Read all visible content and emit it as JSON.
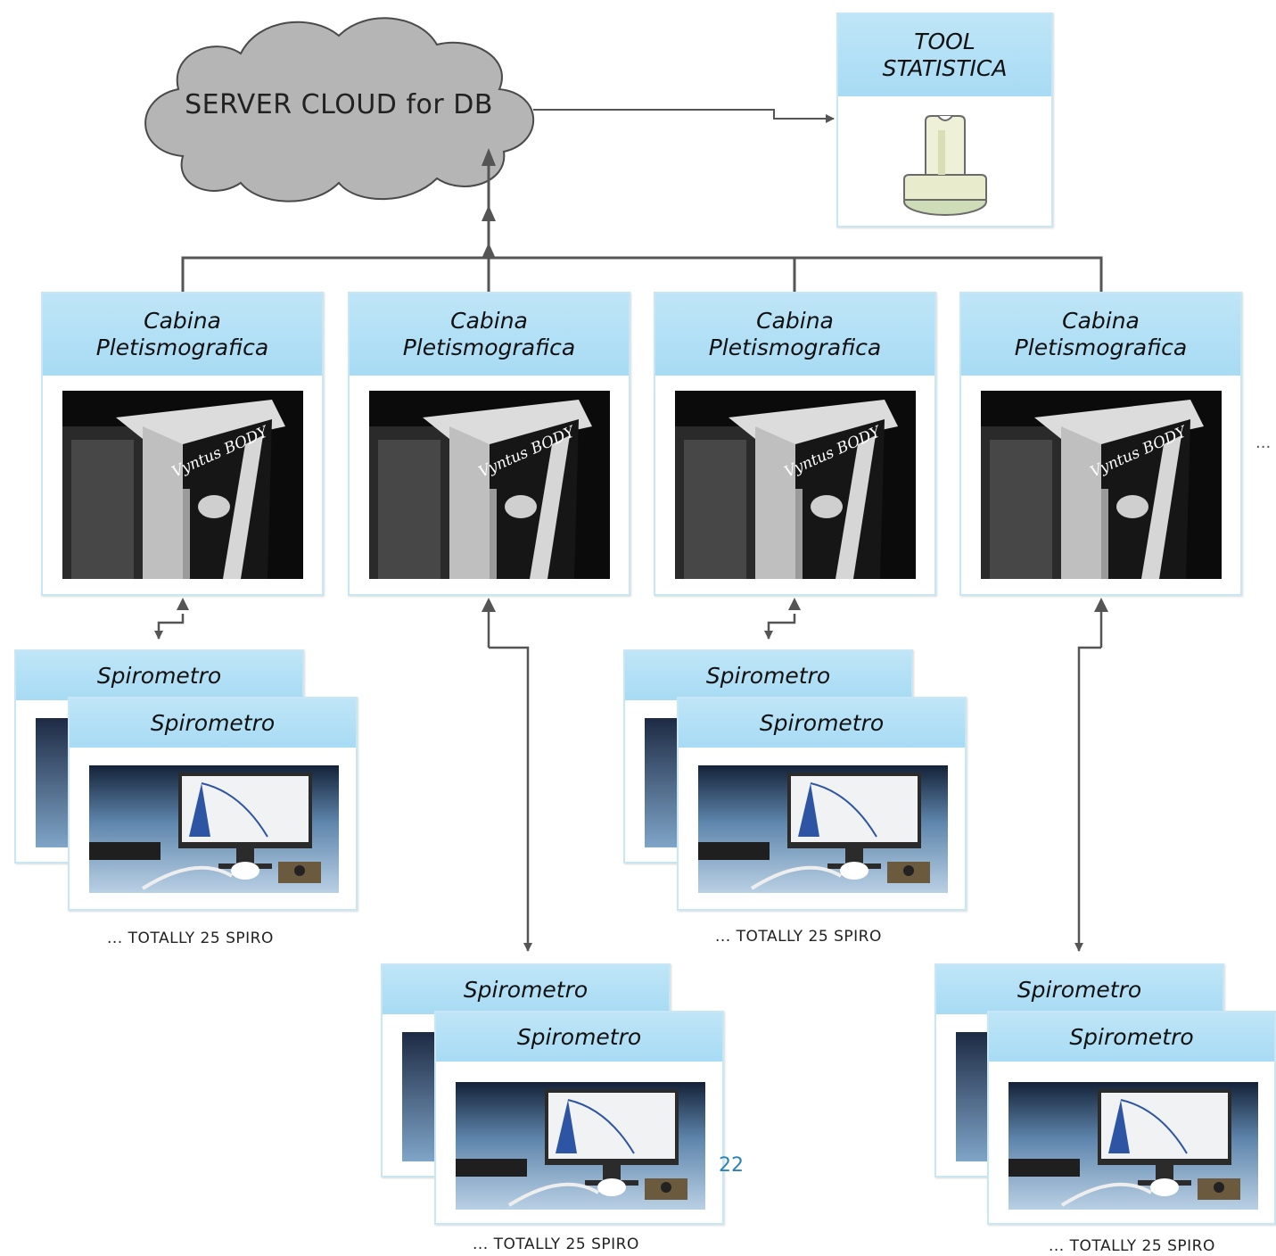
{
  "server": {
    "label": "SERVER CLOUD for DB"
  },
  "tool": {
    "title_line1": "TOOL",
    "title_line2": "STATISTICA"
  },
  "cabins": [
    {
      "line1": "Cabina",
      "line2": "Pletismografica",
      "brand": "Vyntus BODY"
    },
    {
      "line1": "Cabina",
      "line2": "Pletismografica",
      "brand": "Vyntus BODY"
    },
    {
      "line1": "Cabina",
      "line2": "Pletismografica",
      "brand": "Vyntus BODY"
    },
    {
      "line1": "Cabina",
      "line2": "Pletismografica",
      "brand": "Vyntus BODY"
    }
  ],
  "spiro_groups": [
    {
      "back_title": "Spirometro",
      "front_title": "Spirometro",
      "caption": "... TOTALLY 25 SPIRO"
    },
    {
      "back_title": "Spirometro",
      "front_title": "Spirometro",
      "caption": "... TOTALLY 25 SPIRO"
    },
    {
      "back_title": "Spirometro",
      "front_title": "Spirometro",
      "caption": "... TOTALLY 25 SPIRO"
    },
    {
      "back_title": "Spirometro",
      "front_title": "Spirometro",
      "caption": "... TOTALLY 25 SPIRO"
    }
  ],
  "page_number": "22",
  "ellipsis": "...",
  "colors": {
    "header": "#a7dbf4",
    "border": "#c9e6f4",
    "cloud": "#b5b5b5",
    "line": "#555555",
    "page_number": "#2a84b8"
  }
}
